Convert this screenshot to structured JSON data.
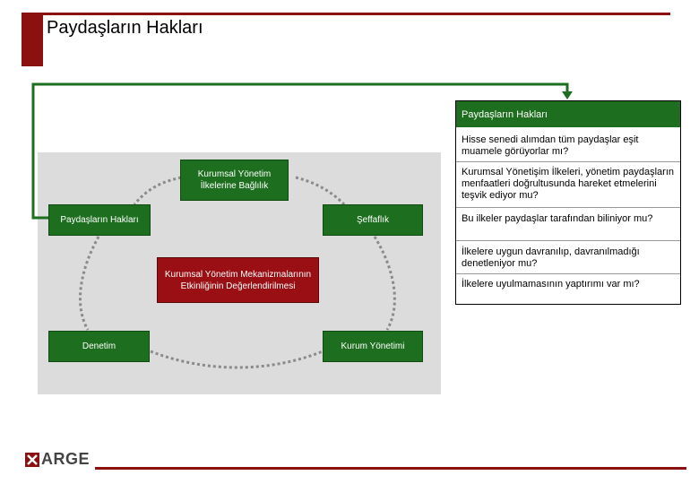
{
  "page": {
    "title": "Paydaşların Hakları",
    "logo_text": "ARGE"
  },
  "diagram": {
    "top": "Kurumsal Yönetim İlkelerine Bağlılık",
    "left": "Paydaşların Hakları",
    "right": "Şeffaflık",
    "center": "Kurumsal Yönetim Mekanizmalarının Etkinliğinin Değerlendirilmesi",
    "bottom_left": "Denetim",
    "bottom_right": "Kurum Yönetimi"
  },
  "panel": {
    "header": "Paydaşların Hakları",
    "questions": [
      "Hisse senedi alımdan tüm paydaşlar eşit muamele görüyorlar mı?",
      "Kurumsal Yönetişim İlkeleri, yönetim paydaşların menfaatleri doğrultusunda hareket etmelerini teşvik ediyor mu?",
      "Bu ilkeler paydaşlar tarafından biliniyor mu?",
      "İlkelere uygun davranılıp, davranılmadığı denetleniyor mu?",
      "İlkelere uyulmamasının yaptırımı var mı?"
    ]
  },
  "colors": {
    "accent_red": "#8b1010",
    "box_green": "#1d6e1f",
    "center_red": "#9a0f14",
    "diagram_bg": "#dcdcdc"
  }
}
